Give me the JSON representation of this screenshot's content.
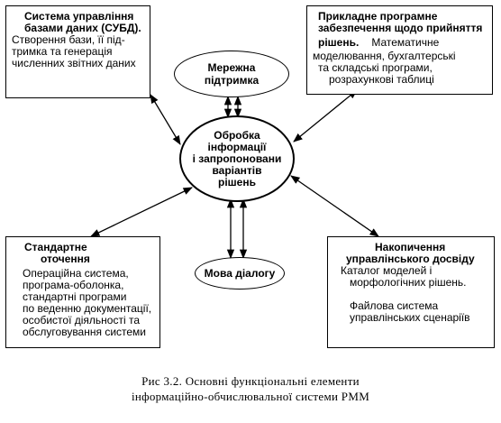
{
  "top_left": {
    "title": [
      "Система управління",
      "базами даних (СУБД)."
    ],
    "body": [
      "Створення бази, її під-",
      "тримка та генерація",
      "численних звітних даних"
    ]
  },
  "top_right": {
    "title": [
      "Прикладне програмне",
      "забезпечення щодо прийняття",
      "рішень."
    ],
    "title_tail": "Математичне",
    "body": [
      "моделювання, бухгалтерські",
      "та складські програми,",
      "розрахункові таблиці"
    ]
  },
  "network": {
    "lines": [
      "Мережна",
      "підтримка"
    ]
  },
  "center": {
    "lines": [
      "Обробка",
      "інформації",
      "і запропоновани",
      "варіантів",
      "рішень"
    ]
  },
  "dialog": {
    "label": "Мова діалогу"
  },
  "bottom_left": {
    "title": [
      "Стандартне",
      "оточення"
    ],
    "body": [
      "Операційна система,",
      "програма-оболонка,",
      "стандартні програми",
      "по веденню документації,",
      "особистої діяльності та",
      "обслуговування системи"
    ]
  },
  "bottom_right": {
    "title": [
      "Накопичення",
      "управлінського досвіду"
    ],
    "body": [
      "Каталог моделей і",
      "морфологічних рішень."
    ],
    "body2": [
      "Файлова система",
      "управлінських сценаріїв"
    ]
  },
  "caption": [
    "Рис 3.2. Основні функціональні елементи",
    "інформаційно-обчислювальної системи РММ"
  ]
}
